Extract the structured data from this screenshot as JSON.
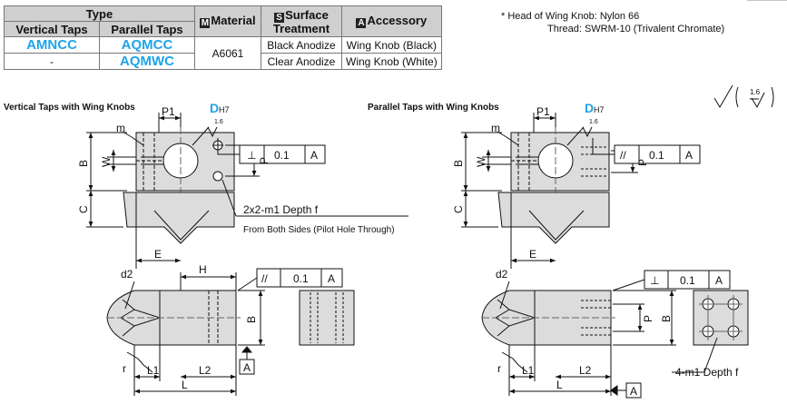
{
  "table": {
    "headers": {
      "type": "Type",
      "vertical": "Vertical Taps",
      "parallel": "Parallel Taps",
      "material_icon": "M",
      "material": "Material",
      "surface_icon": "S",
      "surface": "Surface Treatment",
      "accessory_icon": "A",
      "accessory": "Accessory"
    },
    "rows": [
      {
        "vertical": "AMNCC",
        "parallel": "AQMCC",
        "surface": "Black Anodize",
        "accessory": "Wing Knob (Black)"
      },
      {
        "vertical": "-",
        "parallel": "AQMWC",
        "surface": "Clear Anodize",
        "accessory": "Wing Knob (White)"
      }
    ],
    "material_value": "A6061"
  },
  "notes": {
    "line1": "* Head of Wing Knob: Nylon 66",
    "line2": "Thread: SWRM-10 (Trivalent Chromate)"
  },
  "roughness": {
    "value": "1.6"
  },
  "left_drawing": {
    "title": "Vertical Taps with Wing Knobs",
    "labels": {
      "m": "m",
      "p1": "P1",
      "d": "D",
      "h7": "H7",
      "r16": "1.6",
      "tol_sym": "⊥",
      "tol_val": "0.1",
      "datum": "A",
      "b": "B",
      "w": "W",
      "p": "P",
      "c": "C",
      "e": "E",
      "thread": "2x2-m1 Depth f",
      "thread_note": "From Both Sides (Pilot Hole Through)",
      "d2": "d2",
      "h": "H",
      "tol2_sym": "//",
      "tol2_val": "0.1",
      "datum2": "A",
      "b2": "B",
      "datum3": "A",
      "r": "r",
      "l1": "L1",
      "l2": "L2",
      "l": "L"
    }
  },
  "right_drawing": {
    "title": "Parallel Taps with Wing Knobs",
    "labels": {
      "m": "m",
      "p1": "P1",
      "d": "D",
      "h7": "H7",
      "r16": "1.6",
      "tol_sym": "//",
      "tol_val": "0.1",
      "datum": "A",
      "b": "B",
      "w": "W",
      "p": "P",
      "c": "C",
      "e": "E",
      "d2": "d2",
      "tol2_sym": "⊥",
      "tol2_val": "0.1",
      "datum2": "A",
      "p2": "P",
      "b2": "B",
      "r": "r",
      "l1": "L1",
      "l2": "L2",
      "l": "L",
      "datum3": "A",
      "thread": "4-m1 Depth f"
    }
  },
  "colors": {
    "accent": "#1fa3e8",
    "part_fill": "#dcdcdc",
    "header_fill": "#cfcfcf"
  }
}
